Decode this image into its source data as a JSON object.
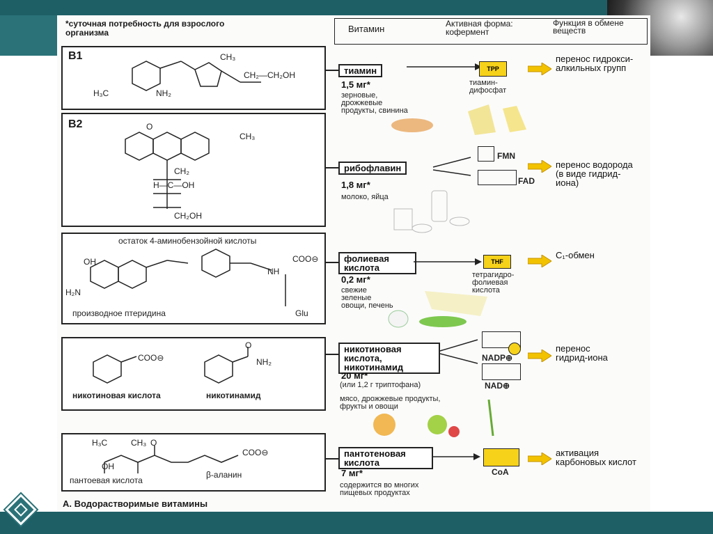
{
  "header": {
    "note": "*суточная потребность для взрослого организма",
    "col_vitamin": "Витамин",
    "col_active": "Активная форма: кофермент",
    "col_function": "Функция в обмене веществ"
  },
  "rows": [
    {
      "label": "B1",
      "vitamin": "тиамин",
      "dose": "1,5 мг*",
      "sources": "зерновые, дрожжевые продукты, свинина",
      "coenzyme_tag": "TPP",
      "coenzyme_name": "тиамин-дифосфат",
      "function": "перенос гидрокси-алкильных групп",
      "chem": [
        "H₃C",
        "NH₂",
        "CH₃",
        "CH₂—CH₂OH"
      ]
    },
    {
      "label": "B2",
      "vitamin": "рибофлавин",
      "dose": "1,8 мг*",
      "sources": "молоко, яйца",
      "coenzyme_tag": "FMN",
      "coenzyme_tag2": "FAD",
      "function": "перенос водорода (в виде гидрид-иона)",
      "chem": [
        "O",
        "CH₃",
        "CH₂",
        "H—C—OH",
        "CH₂OH"
      ]
    },
    {
      "label": "",
      "vitamin": "фолиевая кислота",
      "dose": "0,2 мг*",
      "sources": "свежие зеленые овощи, печень",
      "coenzyme_tag": "THF",
      "coenzyme_name": "тетрагидро-фолиевая кислота",
      "function": "C₁-обмен",
      "chem_caption_top": "остаток 4-аминобензойной кислоты",
      "chem_caption_bottom": "производное птеридина",
      "chem_glu": "Glu",
      "chem": [
        "OH",
        "H₂N",
        "COO⊖",
        "NH"
      ]
    },
    {
      "label": "",
      "vitamin": "никотиновая кислота, никотинамид",
      "dose": "20 мг*",
      "dose_note": "(или 1,2 г триптофана)",
      "sources": "мясо, дрожжевые продукты, фрукты и овощи",
      "coenzyme_tag": "NADP⊕",
      "coenzyme_tag2": "NAD⊕",
      "function": "перенос гидрид-иона",
      "chem_name1": "никотиновая кислота",
      "chem_name2": "никотинамид",
      "chem": [
        "COO⊖",
        "O",
        "NH₂"
      ]
    },
    {
      "label": "",
      "vitamin": "пантотеновая кислота",
      "dose": "7 мг*",
      "sources": "содержится во многих пищевых продуктах",
      "coenzyme_tag": "CoA",
      "function": "активация карбоновых кислот",
      "chem_name1": "пантоевая кислота",
      "chem_name2": "β-аланин",
      "chem": [
        "H₃C",
        "CH₃",
        "O",
        "COO⊖",
        "OH"
      ]
    }
  ],
  "footer_title": "A. Водорастворимые витамины",
  "colors": {
    "teal_dark": "#1e5f66",
    "teal": "#2a7278",
    "arrow_yellow": "#f2c200",
    "tag_yellow": "#f6d21a"
  }
}
